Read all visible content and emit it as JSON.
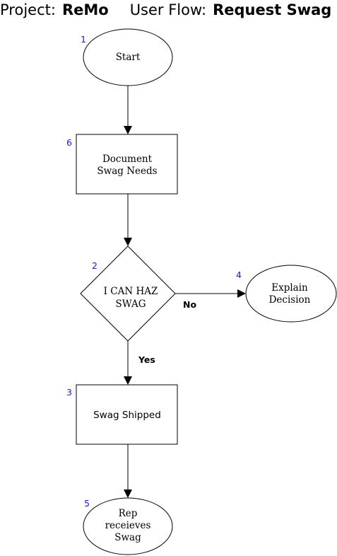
{
  "header": {
    "project_label": "Project:",
    "project_name": "ReMo",
    "flow_label": "User Flow:",
    "flow_name": "Request Swag"
  },
  "nodes": {
    "start": {
      "number": "1",
      "text": [
        "Start"
      ]
    },
    "document": {
      "number": "6",
      "text": [
        "Document",
        "Swag Needs"
      ]
    },
    "decision": {
      "number": "2",
      "text": [
        "I CAN HAZ",
        "SWAG"
      ]
    },
    "explain": {
      "number": "4",
      "text": [
        "Explain",
        "Decision"
      ]
    },
    "shipped": {
      "number": "3",
      "text": [
        "Swag Shipped"
      ]
    },
    "received": {
      "number": "5",
      "text": [
        "Rep",
        "receieves",
        "Swag"
      ]
    }
  },
  "edges": {
    "no_label": "No",
    "yes_label": "Yes"
  },
  "colors": {
    "stroke": "#000000",
    "step_number": "#1a1acc",
    "background": "#ffffff"
  }
}
